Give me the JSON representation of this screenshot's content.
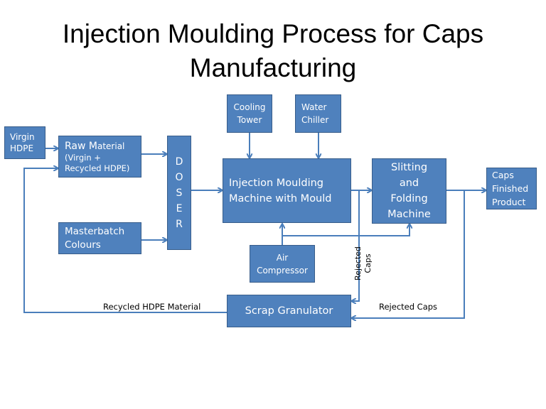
{
  "title": {
    "line1": "Injection Moulding Process for Caps",
    "line2": "Manufacturing"
  },
  "nodes": {
    "virgin_hdpe": {
      "line1": "Virgin",
      "line2": "HDPE"
    },
    "raw_material": {
      "line1_big": "Raw M",
      "line1_small": "aterial",
      "line2": "(Virgin +",
      "line3": "Recycled HDPE)"
    },
    "masterbatch": {
      "line1": "Masterbatch",
      "line2": "Colours"
    },
    "doser": {
      "letters": [
        "D",
        "O",
        "S",
        "E",
        "R"
      ]
    },
    "cooling_tower": {
      "line1": "Cooling",
      "line2": "Tower"
    },
    "water_chiller": {
      "line1": "Water",
      "line2": "Chiller"
    },
    "injection_machine": {
      "line1": "Injection Moulding",
      "line2": "Machine with Mould"
    },
    "slitting_folding": {
      "line1": "Slitting",
      "line2": "and",
      "line3": "Folding",
      "line4": "Machine"
    },
    "caps_finished": {
      "line1": "Caps",
      "line2": "Finished",
      "line3": "Product"
    },
    "air_compressor": {
      "line1": "Air",
      "line2": "Compressor"
    },
    "scrap_granulator": {
      "line1": "Scrap Granulator"
    }
  },
  "edge_labels": {
    "recycled_hdpe": "Recycled HDPE Material",
    "rejected_caps_bottom": "Rejected Caps",
    "rejected_caps_vertical_1": "Rejected",
    "rejected_caps_vertical_2": "Caps"
  },
  "colors": {
    "box_fill": "#4f81bd",
    "box_border": "#385d8a",
    "arrow": "#4a7ebb",
    "text_on_box": "#ffffff"
  }
}
